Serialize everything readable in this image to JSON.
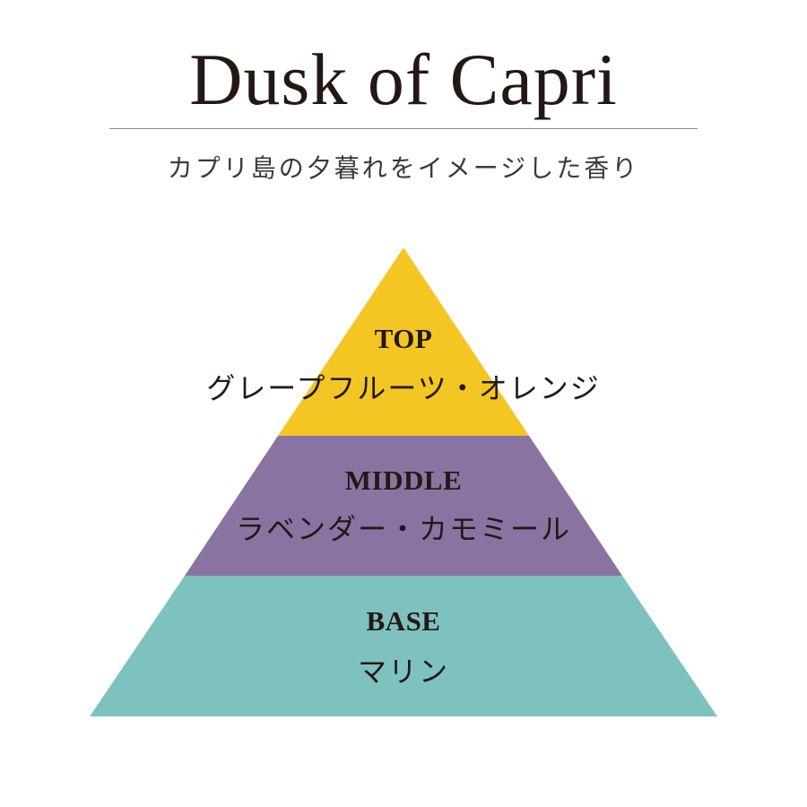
{
  "title": "Dusk of Capri",
  "subtitle": "カプリ島の夕暮れをイメージした香り",
  "pyramid": {
    "top": {
      "name": "TOP",
      "notes": "グレープフルーツ・オレンジ",
      "color": "#F3C623"
    },
    "middle": {
      "name": "MIDDLE",
      "notes": "ラベンダー・カモミール",
      "color": "#8B73A1"
    },
    "base": {
      "name": "BASE",
      "notes": "マリン",
      "color": "#7EC2C0"
    }
  }
}
